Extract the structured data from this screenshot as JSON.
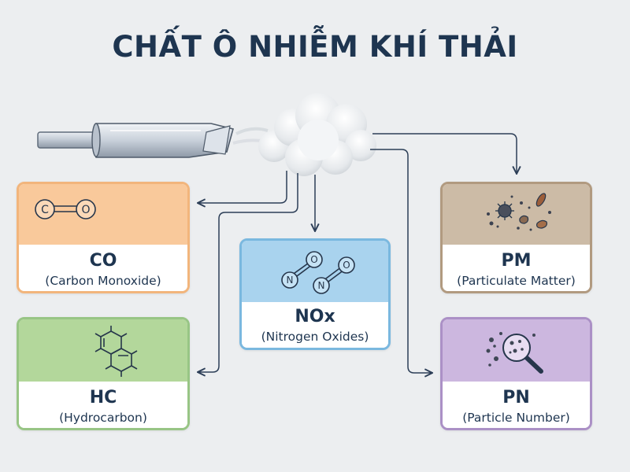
{
  "title": "CHẤT Ô NHIỄM KHÍ THẢI",
  "pollutants": {
    "co": {
      "name": "CO",
      "full": "(Carbon Monoxide)",
      "icon": "co-molecule-icon",
      "color": "#f9c99b"
    },
    "hc": {
      "name": "HC",
      "full": "(Hydrocarbon)",
      "icon": "hydrocarbon-molecule-icon",
      "color": "#b3d79b"
    },
    "nox": {
      "name": "NOx",
      "full": "(Nitrogen Oxides)",
      "icon": "nox-molecule-icon",
      "color": "#a9d3ee"
    },
    "pm": {
      "name": "PM",
      "full": "(Particulate Matter)",
      "icon": "particulates-icon",
      "color": "#ccbba6"
    },
    "pn": {
      "name": "PN",
      "full": "(Particle Number)",
      "icon": "magnifier-particles-icon",
      "color": "#ccb7df"
    }
  },
  "molecule_labels": {
    "c": "C",
    "o": "O",
    "n": "N"
  }
}
